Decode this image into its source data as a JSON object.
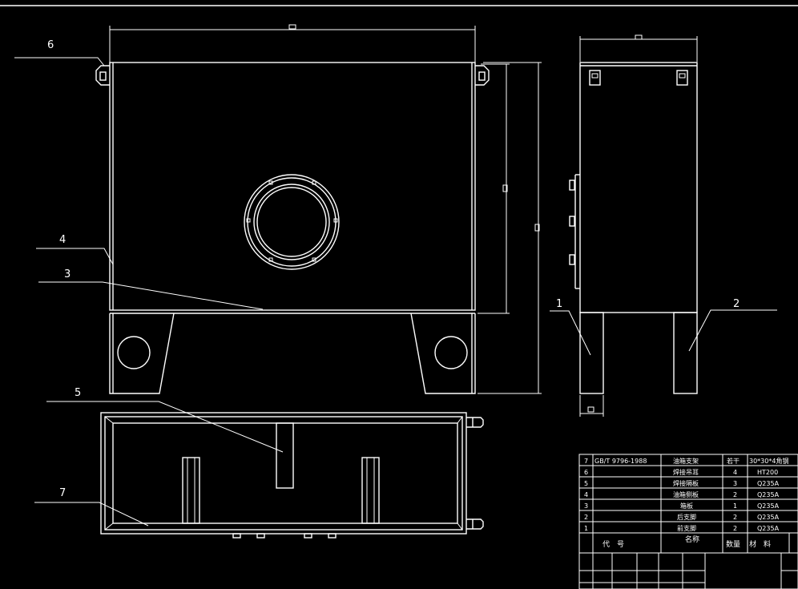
{
  "balloons": {
    "b1": "1",
    "b2": "2",
    "b3": "3",
    "b4": "4",
    "b5": "5",
    "b6": "6",
    "b7": "7"
  },
  "bom": {
    "rows": [
      {
        "idx": "7",
        "code": "GB/T 9796-1988",
        "name": "油箱支架",
        "qty": "若干",
        "material": "30*30*4角钢"
      },
      {
        "idx": "6",
        "code": "",
        "name": "焊接吊耳",
        "qty": "4",
        "material": "HT200"
      },
      {
        "idx": "5",
        "code": "",
        "name": "焊接隔板",
        "qty": "3",
        "material": "Q235A"
      },
      {
        "idx": "4",
        "code": "",
        "name": "油箱侧板",
        "qty": "2",
        "material": "Q235A"
      },
      {
        "idx": "3",
        "code": "",
        "name": "箱板",
        "qty": "1",
        "material": "Q235A"
      },
      {
        "idx": "2",
        "code": "",
        "name": "后支脚",
        "qty": "2",
        "material": "Q235A"
      },
      {
        "idx": "1",
        "code": "",
        "name": "前支脚",
        "qty": "2",
        "material": "Q235A"
      }
    ],
    "header": {
      "code": "代　号",
      "name": "名称",
      "qty": "数量",
      "material": "材　料"
    }
  }
}
